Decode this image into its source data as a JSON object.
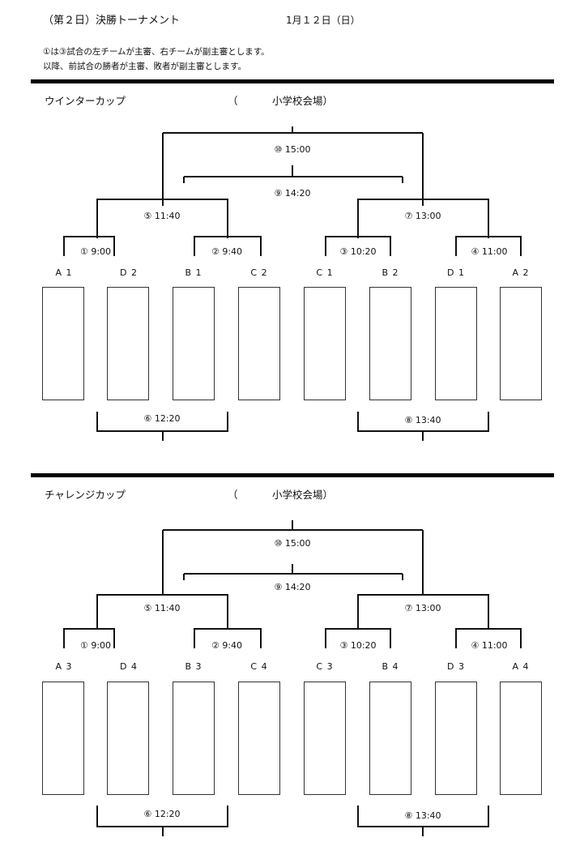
{
  "header": {
    "title": "（第２日）決勝トーナメント",
    "date": "1月１２日（日）",
    "note1": "①は③試合の左チームが主審、右チームが副主審とします。",
    "note2": "以降、前試合の勝者が主審、敗者が副主審とします。"
  },
  "sections": [
    {
      "name": "ウインターカップ",
      "venue_open": "（",
      "venue": "小学校会場）",
      "teams": [
        "A 1",
        "D 2",
        "B 1",
        "C 2",
        "C 1",
        "B 2",
        "D 1",
        "A 2"
      ],
      "matches": {
        "m1": "① 9:00",
        "m2": "② 9:40",
        "m3": "③ 10:20",
        "m4": "④ 11:00",
        "m5": "⑤ 11:40",
        "m6": "⑥ 12:20",
        "m7": "⑦ 13:00",
        "m8": "⑧ 13:40",
        "m9": "⑨ 14:20",
        "m10": "⑩ 15:00"
      }
    },
    {
      "name": "チャレンジカップ",
      "venue_open": "（",
      "venue": "小学校会場）",
      "teams": [
        "A 3",
        "D 4",
        "B 3",
        "C 4",
        "C 3",
        "B 4",
        "D 3",
        "A 4"
      ],
      "matches": {
        "m1": "① 9:00",
        "m2": "② 9:40",
        "m3": "③ 10:20",
        "m4": "④ 11:00",
        "m5": "⑤ 11:40",
        "m6": "⑥ 12:20",
        "m7": "⑦ 13:00",
        "m8": "⑧ 13:40",
        "m9": "⑨ 14:20",
        "m10": "⑩ 15:00"
      }
    }
  ]
}
